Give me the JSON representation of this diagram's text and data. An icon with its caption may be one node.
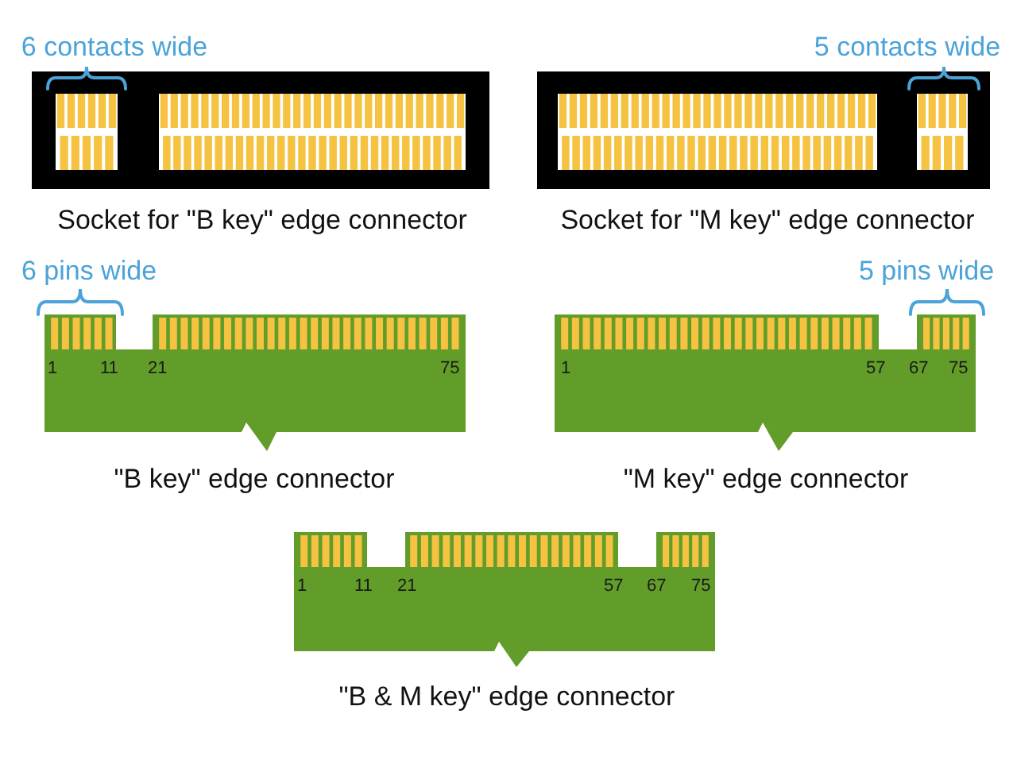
{
  "diagram": {
    "nodes": [
      {
        "text": [],
        "shape": "picture",
        "beside": [
          "6 contacts wide",
          "Socket for \"B key\" edge connector"
        ]
      },
      {
        "text": [],
        "shape": "picture",
        "beside": [
          "5 contacts wide",
          "Socket for \"M key\" edge connector"
        ]
      },
      {
        "text": [
          "1",
          "11",
          "21",
          "75"
        ],
        "beside": [
          "6 pins wide",
          "\"B key\" edge connector"
        ]
      },
      {
        "text": [
          "1",
          "57",
          "67",
          "75"
        ],
        "beside": [
          "5 pins wide",
          "\"M key\" edge connector"
        ]
      },
      {
        "text": [
          "1",
          "11",
          "21",
          "57",
          "67",
          "75"
        ],
        "beside": [
          "\"B & M key\" edge connector"
        ]
      }
    ]
  }
}
